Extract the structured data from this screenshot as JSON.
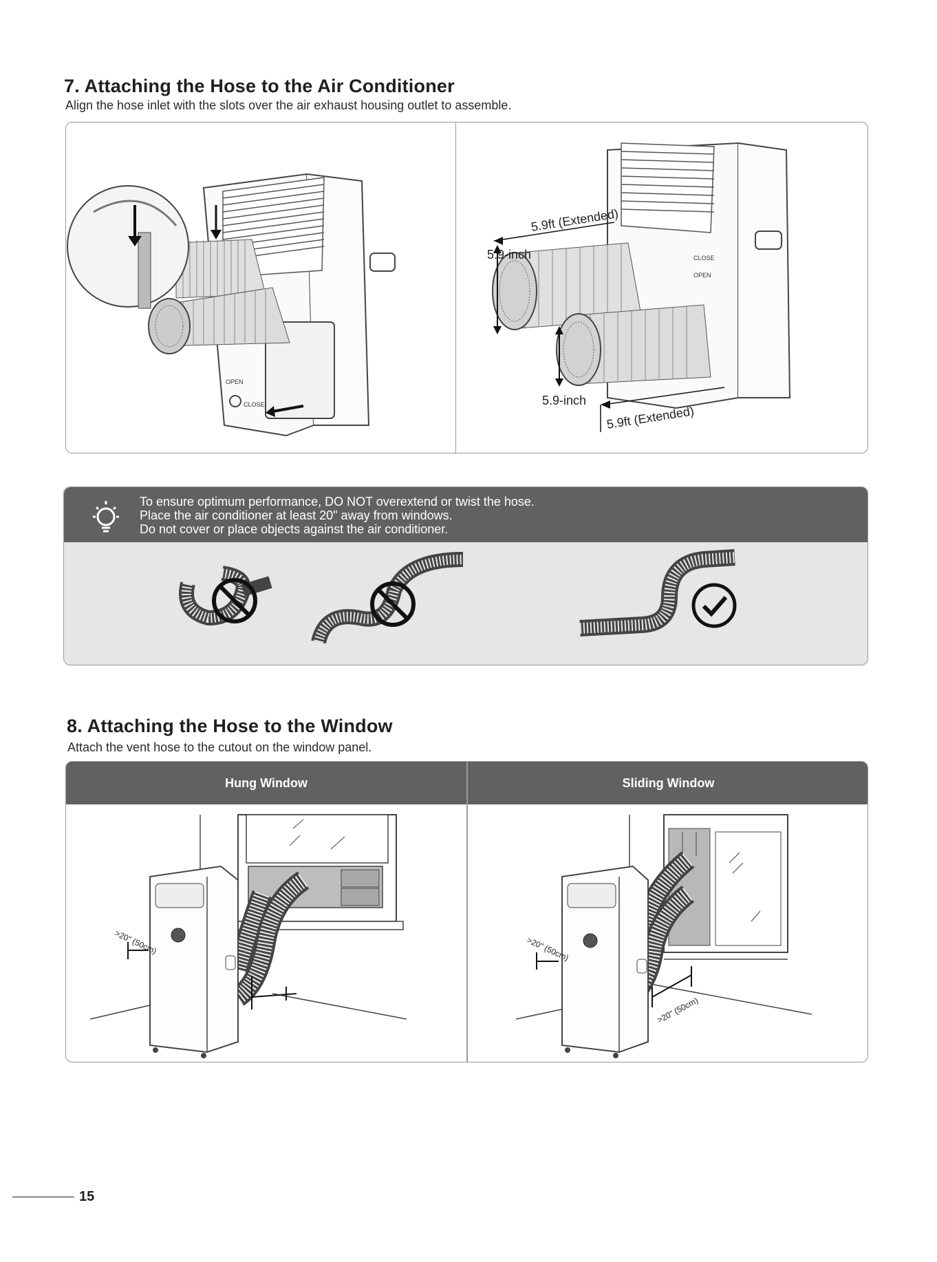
{
  "section7": {
    "title": "7. Attaching the Hose to the Air Conditioner",
    "subtitle": "Align the hose inlet with the slots over the air exhaust housing outlet to assemble.",
    "labels": {
      "length_top": "5.9ft (Extended)",
      "diameter_top": "5.9-inch",
      "diameter_bottom": "5.9-inch",
      "length_bottom": "5.9ft (Extended)",
      "close": "CLOSE",
      "open": "OPEN"
    }
  },
  "tips": {
    "lines": [
      "To ensure optimum performance, DO NOT overextend or twist the hose.",
      "Place the air conditioner at least 20\" away from windows.",
      "Do not cover or place objects against the air conditioner."
    ],
    "icon": "lightbulb-icon"
  },
  "section8": {
    "title": "8. Attaching the Hose to the Window",
    "subtitle": "Attach the vent hose to the cutout on the window panel.",
    "hung_window": "Hung Window",
    "sliding_window": "Sliding Window",
    "distance_label": ">20\" (50cm)"
  },
  "page_number": "15",
  "colors": {
    "bar": "#616161",
    "tip_panel": "#e6e6e6",
    "border": "#9a9a9a"
  }
}
